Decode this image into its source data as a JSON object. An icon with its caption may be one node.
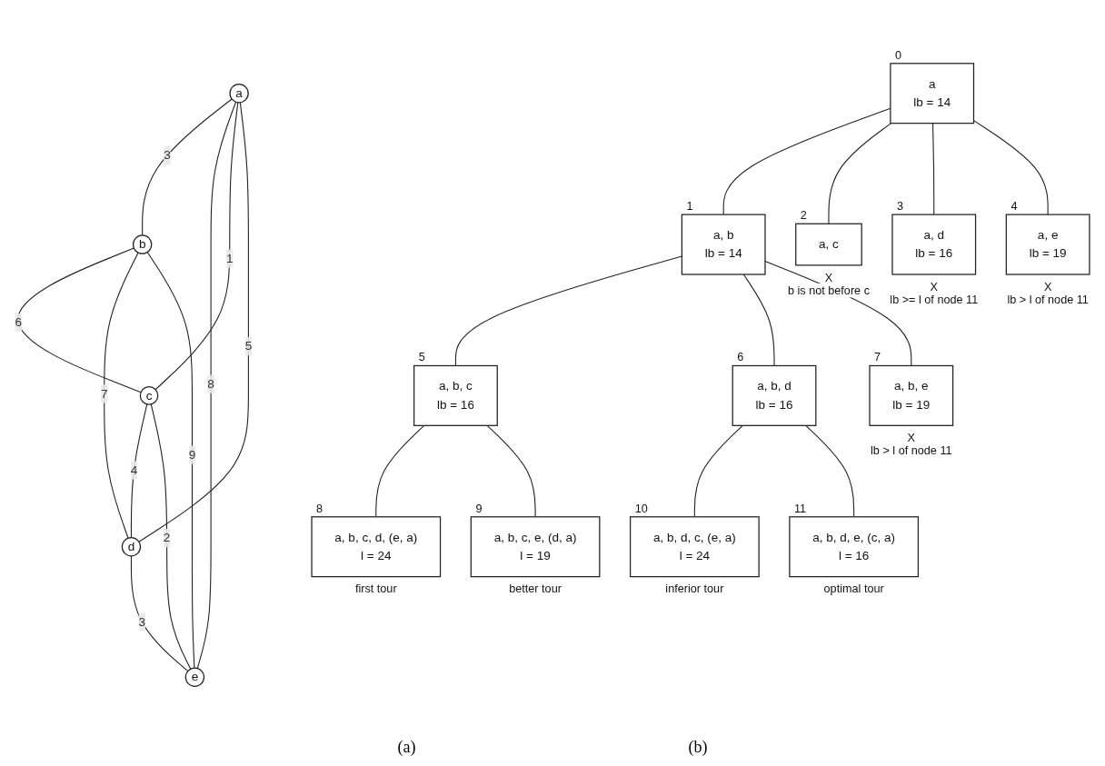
{
  "diagram": {
    "nodes": [
      {
        "text": [
          "a"
        ]
      },
      {
        "text": [
          "b"
        ]
      },
      {
        "text": [
          "c"
        ]
      },
      {
        "text": [
          "d"
        ]
      },
      {
        "text": [
          "e"
        ]
      },
      {
        "text": [
          "a",
          "lb = 14"
        ],
        "beside": [
          "0"
        ]
      },
      {
        "text": [
          "a, b",
          "lb = 14"
        ],
        "beside": [
          "1"
        ]
      },
      {
        "text": [
          "a, c"
        ],
        "beside": [
          "2",
          "X",
          "b is not before c"
        ]
      },
      {
        "text": [
          "a, d",
          "lb = 16"
        ],
        "beside": [
          "3",
          "X",
          "lb >= l of node 11"
        ]
      },
      {
        "text": [
          "a, e",
          "lb = 19"
        ],
        "beside": [
          "4",
          "X",
          "lb > l of node 11"
        ]
      },
      {
        "text": [
          "a, b, c",
          "lb = 16"
        ],
        "beside": [
          "5"
        ]
      },
      {
        "text": [
          "a, b, d",
          "lb = 16"
        ],
        "beside": [
          "6"
        ]
      },
      {
        "text": [
          "a, b, e",
          "lb = 19"
        ],
        "beside": [
          "7",
          "X",
          "lb > l of node 11"
        ]
      },
      {
        "text": [
          "a, b, c, d, (e, a)",
          "l = 24"
        ],
        "beside": [
          "8",
          "first tour"
        ]
      },
      {
        "text": [
          "a, b, c, e, (d, a)",
          "l = 19"
        ],
        "beside": [
          "9",
          "better tour"
        ]
      },
      {
        "text": [
          "a, b, d, c, (e, a)",
          "l = 24"
        ],
        "beside": [
          "10",
          "inferior tour"
        ]
      },
      {
        "text": [
          "a, b, d, e, (c, a)",
          "l = 16"
        ],
        "beside": [
          "11",
          "optimal tour"
        ]
      }
    ],
    "edges": [
      {
        "from": 0,
        "to": 1,
        "arrow": "none",
        "label": "3"
      },
      {
        "from": 0,
        "to": 4,
        "arrow": "none",
        "label": "8"
      },
      {
        "from": 0,
        "to": 2,
        "arrow": "none",
        "label": "1"
      },
      {
        "from": 0,
        "to": 3,
        "arrow": "none",
        "label": "5"
      },
      {
        "from": 1,
        "to": 2,
        "arrow": "none",
        "label": "6"
      },
      {
        "from": 1,
        "to": 3,
        "arrow": "none",
        "label": "7"
      },
      {
        "from": 1,
        "to": 4,
        "arrow": "none",
        "label": "9"
      },
      {
        "from": 2,
        "to": 3,
        "arrow": "none",
        "label": "4"
      },
      {
        "from": 2,
        "to": 4,
        "arrow": "none",
        "label": "2"
      },
      {
        "from": 3,
        "to": 4,
        "arrow": "none",
        "label": "3"
      },
      {
        "from": 5,
        "to": 6,
        "arrow": "none"
      },
      {
        "from": 5,
        "to": 7,
        "arrow": "none"
      },
      {
        "from": 5,
        "to": 8,
        "arrow": "none"
      },
      {
        "from": 5,
        "to": 9,
        "arrow": "none"
      },
      {
        "from": 6,
        "to": 10,
        "arrow": "none"
      },
      {
        "from": 6,
        "to": 11,
        "arrow": "none"
      },
      {
        "from": 6,
        "to": 12,
        "arrow": "none"
      },
      {
        "from": 10,
        "to": 13,
        "arrow": "none"
      },
      {
        "from": 10,
        "to": 14,
        "arrow": "none"
      },
      {
        "from": 11,
        "to": 15,
        "arrow": "none"
      },
      {
        "from": 11,
        "to": 16,
        "arrow": "none"
      }
    ],
    "labels": [
      "(a)",
      "(b)"
    ]
  }
}
